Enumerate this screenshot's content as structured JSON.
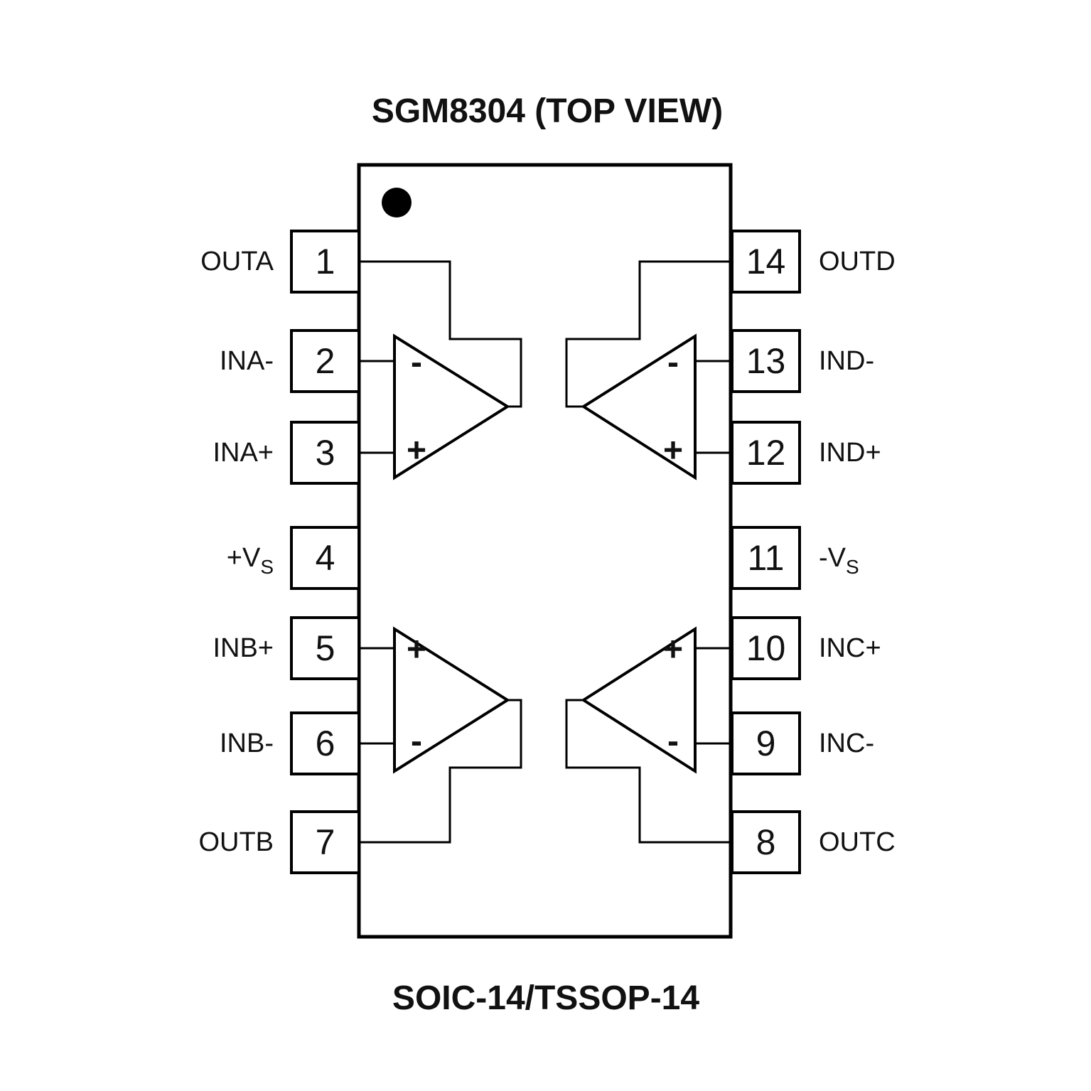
{
  "diagram": {
    "title": "SGM8304 (TOP VIEW)",
    "caption": "SOIC-14/TSSOP-14",
    "part_number": "SGM8304",
    "view": "TOP VIEW",
    "package": "SOIC-14/TSSOP-14",
    "colors": {
      "line": "#000000",
      "background": "#ffffff",
      "text": "#111111"
    },
    "pin1_indicator": "black-dot"
  },
  "pins": {
    "left": [
      {
        "number": "1",
        "label": "OUTA",
        "sub": ""
      },
      {
        "number": "2",
        "label": "INA-",
        "sub": ""
      },
      {
        "number": "3",
        "label": "INA+",
        "sub": ""
      },
      {
        "number": "4",
        "label": "+V",
        "sub": "S"
      },
      {
        "number": "5",
        "label": "INB+",
        "sub": ""
      },
      {
        "number": "6",
        "label": "INB-",
        "sub": ""
      },
      {
        "number": "7",
        "label": "OUTB",
        "sub": ""
      }
    ],
    "right": [
      {
        "number": "14",
        "label": "OUTD",
        "sub": ""
      },
      {
        "number": "13",
        "label": "IND-",
        "sub": ""
      },
      {
        "number": "12",
        "label": "IND+",
        "sub": ""
      },
      {
        "number": "11",
        "label": "-V",
        "sub": "S"
      },
      {
        "number": "10",
        "label": "INC+",
        "sub": ""
      },
      {
        "number": "9",
        "label": "INC-",
        "sub": ""
      },
      {
        "number": "8",
        "label": "OUTC",
        "sub": ""
      }
    ]
  },
  "opamps": [
    {
      "position": "top-left",
      "input_top": "-",
      "input_bottom": "+"
    },
    {
      "position": "top-right",
      "input_top": "-",
      "input_bottom": "+"
    },
    {
      "position": "bottom-left",
      "input_top": "+",
      "input_bottom": "-"
    },
    {
      "position": "bottom-right",
      "input_top": "+",
      "input_bottom": "-"
    }
  ]
}
